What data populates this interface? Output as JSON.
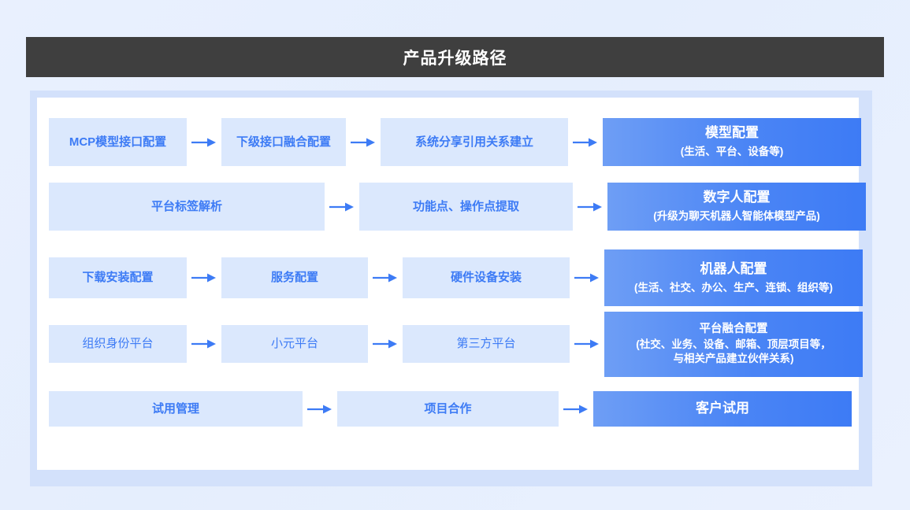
{
  "header": {
    "title": "产品升级路径"
  },
  "colors": {
    "page_background": "#e8f0fe",
    "title_bar": "#3f3f3f",
    "panel_outer": "#d3e1fb",
    "board": "#ffffff",
    "step_box": "#dbe8fd",
    "step_text": "#3d7bf5",
    "result_gradient_start": "#6e9ef5",
    "result_gradient_end": "#3d7bf5",
    "arrow": "#3d7bf5"
  },
  "flow": {
    "rows": [
      {
        "steps": [
          "MCP模型接口配置",
          "下级接口融合配置",
          "系统分享引用关系建立"
        ],
        "result": {
          "title": "模型配置",
          "subtitle": "(生活、平台、设备等)"
        }
      },
      {
        "steps": [
          "平台标签解析",
          "功能点、操作点提取"
        ],
        "result": {
          "title": "数字人配置",
          "subtitle": "(升级为聊天机器人智能体模型产品)"
        }
      },
      {
        "steps": [
          "下载安装配置",
          "服务配置",
          "硬件设备安装"
        ],
        "result": {
          "title": "机器人配置",
          "subtitle": "(生活、社交、办公、生产、连锁、组织等)"
        }
      },
      {
        "steps": [
          "组织身份平台",
          "小元平台",
          "第三方平台"
        ],
        "result": {
          "title": "平台融合配置",
          "subtitle": "(社交、业务、设备、邮箱、顶层项目等，\n与相关产品建立伙伴关系)"
        }
      },
      {
        "steps": [
          "试用管理",
          "项目合作"
        ],
        "result": {
          "title": "客户试用",
          "subtitle": ""
        }
      }
    ]
  },
  "icons": {
    "arrow": "arrow-right-icon"
  }
}
